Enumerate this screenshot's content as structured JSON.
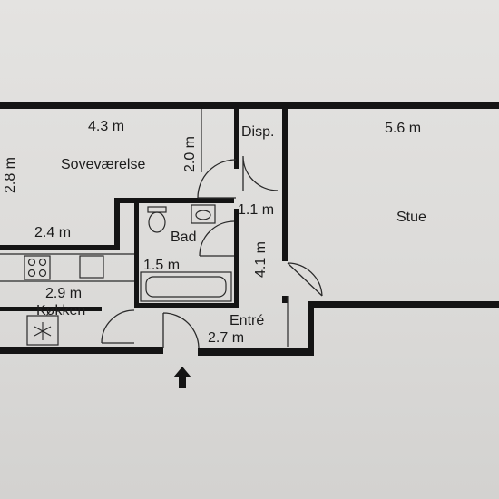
{
  "floor_plan": {
    "rooms": {
      "bedroom": "Soveværelse",
      "storage": "Disp.",
      "living": "Stue",
      "bath": "Bad",
      "kitchen": "Køkken",
      "entry": "Entré"
    },
    "dimensions": {
      "bedroom_width": "4.3 m",
      "bedroom_depth": "2.8 m",
      "closet_depth": "2.0 m",
      "living_width": "5.6 m",
      "kitchen_top_width": "2.4 m",
      "bath_door_width": "1.1 m",
      "hall_length": "4.1 m",
      "bath_width": "1.5 m",
      "kitchen_width": "2.9 m",
      "entry_width": "2.7 m"
    },
    "colors": {
      "wall": "#141414",
      "line": "#2a2a2a",
      "paper": "#dedddb"
    }
  }
}
